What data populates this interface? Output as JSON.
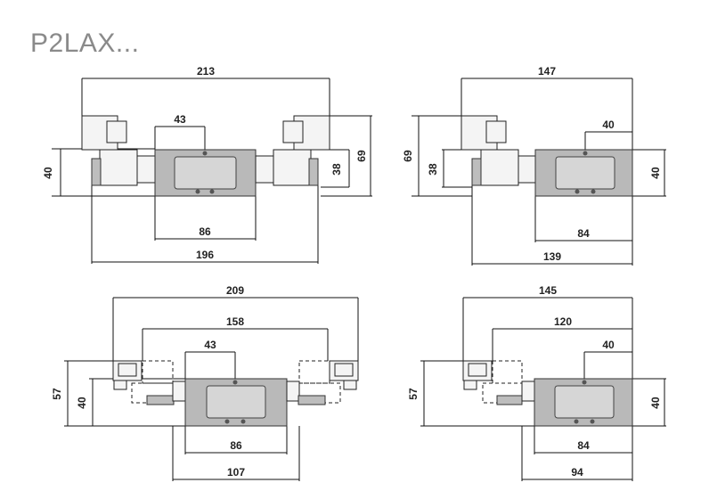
{
  "title": "P2LAX...",
  "views": {
    "top_left": {
      "d213": "213",
      "d43": "43",
      "d40": "40",
      "d38": "38",
      "d69": "69",
      "d86": "86",
      "d196": "196"
    },
    "top_right": {
      "d147": "147",
      "d40a": "40",
      "d69": "69",
      "d38": "38",
      "d40b": "40",
      "d84": "84",
      "d139": "139"
    },
    "bottom_left": {
      "d209": "209",
      "d158": "158",
      "d43": "43",
      "d57": "57",
      "d40": "40",
      "d86": "86",
      "d107": "107"
    },
    "bottom_right": {
      "d145": "145",
      "d120": "120",
      "d40a": "40",
      "d57": "57",
      "d40b": "40",
      "d84": "84",
      "d94": "94"
    }
  }
}
